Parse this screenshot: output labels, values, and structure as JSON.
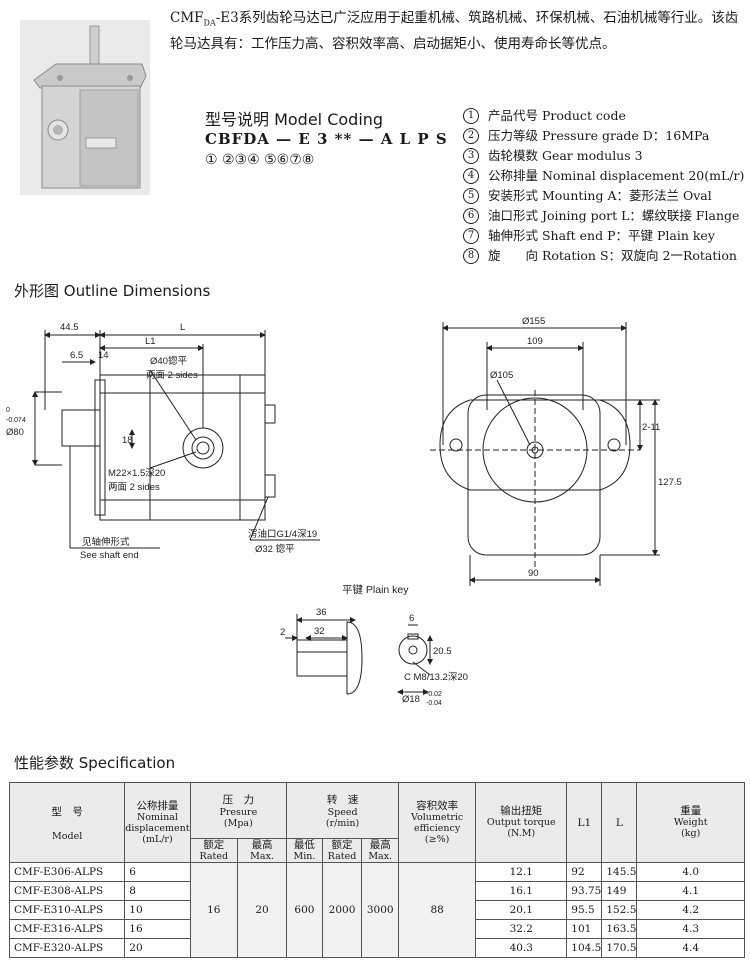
{
  "intro": {
    "prefix": "CMF",
    "prefix_sub": "DA",
    "text": "-E3系列齿轮马达已广泛应用于起重机械、筑路机械、环保机械、石油机械等行业。该齿轮马达具有：工作压力高、容积效率高、启动据矩小、使用寿命长等优点。"
  },
  "model_coding": {
    "title": "型号说明 Model Coding",
    "code": "CBFDA — E 3 ** — A L P S",
    "numbers": "①   ②③④   ⑤⑥⑦⑧",
    "legend": [
      {
        "num": "1",
        "text": "产品代号 Product code"
      },
      {
        "num": "2",
        "text": "压力等级 Pressure grade D：16MPa"
      },
      {
        "num": "3",
        "text": "齿轮模数 Gear modulus 3"
      },
      {
        "num": "4",
        "text": "公称排量 Nominal displacement 20(mL/r)"
      },
      {
        "num": "5",
        "text": "安装形式 Mounting A：菱形法兰 Oval"
      },
      {
        "num": "6",
        "text": "油口形式 Joining port L：螺纹联接 Flange"
      },
      {
        "num": "7",
        "text": "轴伸形式 Shaft end P：平键 Plain key"
      },
      {
        "num": "8",
        "text": "旋　　向 Rotation S：双旋向 2一Rotation"
      }
    ]
  },
  "outline": {
    "title": "外形图 Outline Dimensions",
    "side": {
      "dim_445": "44.5",
      "dim_L": "L",
      "dim_L1": "L1",
      "dim_65": "6.5",
      "dim_14": "14",
      "dim_40": "Ø40锪平",
      "sides1": "两面 2 sides",
      "dim_18": "18",
      "m22": "M22×1.5深20",
      "sides2": "两面 2 sides",
      "dia80": "Ø80",
      "tol80_top": "0",
      "tol80_bot": "-0.074",
      "shaft_zh": "见轴伸形式",
      "shaft_en": "See shaft end",
      "drain": "泻油口G1/4深19",
      "dim_32": "Ø32 锪平"
    },
    "front": {
      "dia155": "Ø155",
      "dim_109": "109",
      "dia105": "Ø105",
      "dim_211": "2-11",
      "dim_1275": "127.5",
      "dim_90": "90"
    },
    "key": {
      "title": "平键 Plain key",
      "dim_36": "36",
      "dim_2": "2",
      "dim_32": "32",
      "dim_6": "6",
      "dim_205": "20.5",
      "thread": "C M8/13.2深20",
      "dia18": "Ø18",
      "tol18_top": "-0.02",
      "tol18_bot": "-0.04"
    }
  },
  "spec": {
    "title": "性能参数 Specification",
    "headers": {
      "model_zh": "型　号",
      "model_en": "Model",
      "disp_zh": "公称排量",
      "disp_en": "Nominal displacement",
      "disp_unit": "(mL/r)",
      "pressure_zh": "压　力",
      "pressure_en": "Presure",
      "pressure_unit": "(Mpa)",
      "rated_zh": "额定",
      "rated_en": "Rated",
      "max_zh": "最高",
      "max_en": "Max.",
      "speed_zh": "转　速",
      "speed_en": "Speed",
      "speed_unit": "(r/min)",
      "min_zh": "最低",
      "min_en": "Min.",
      "srated_zh": "额定",
      "srated_en": "Rated",
      "smax_zh": "最高",
      "smax_en": "Max.",
      "eff_zh": "容积效率",
      "eff_en": "Volumetric efficiency",
      "eff_unit": "(≥%)",
      "torque_zh": "输出扭矩",
      "torque_en": "Output torque",
      "torque_unit": "(N.M)",
      "l1": "L1",
      "l": "L",
      "weight_zh": "重量",
      "weight_en": "Weight",
      "weight_unit": "(kg)"
    },
    "shared": {
      "rated_pressure": "16",
      "max_pressure": "20",
      "min_speed": "600",
      "rated_speed": "2000",
      "max_speed": "3000",
      "efficiency": "88"
    },
    "rows": [
      {
        "model": "CMF-E306-ALPS",
        "disp": "6",
        "torque": "12.1",
        "l1": "92",
        "l": "145.5",
        "weight": "4.0"
      },
      {
        "model": "CMF-E308-ALPS",
        "disp": "8",
        "torque": "16.1",
        "l1": "93.75",
        "l": "149",
        "weight": "4.1"
      },
      {
        "model": "CMF-E310-ALPS",
        "disp": "10",
        "torque": "20.1",
        "l1": "95.5",
        "l": "152.5",
        "weight": "4.2"
      },
      {
        "model": "CMF-E316-ALPS",
        "disp": "16",
        "torque": "32.2",
        "l1": "101",
        "l": "163.5",
        "weight": "4.3"
      },
      {
        "model": "CMF-E320-ALPS",
        "disp": "20",
        "torque": "40.3",
        "l1": "104.5",
        "l": "170.5",
        "weight": "4.4"
      }
    ]
  }
}
